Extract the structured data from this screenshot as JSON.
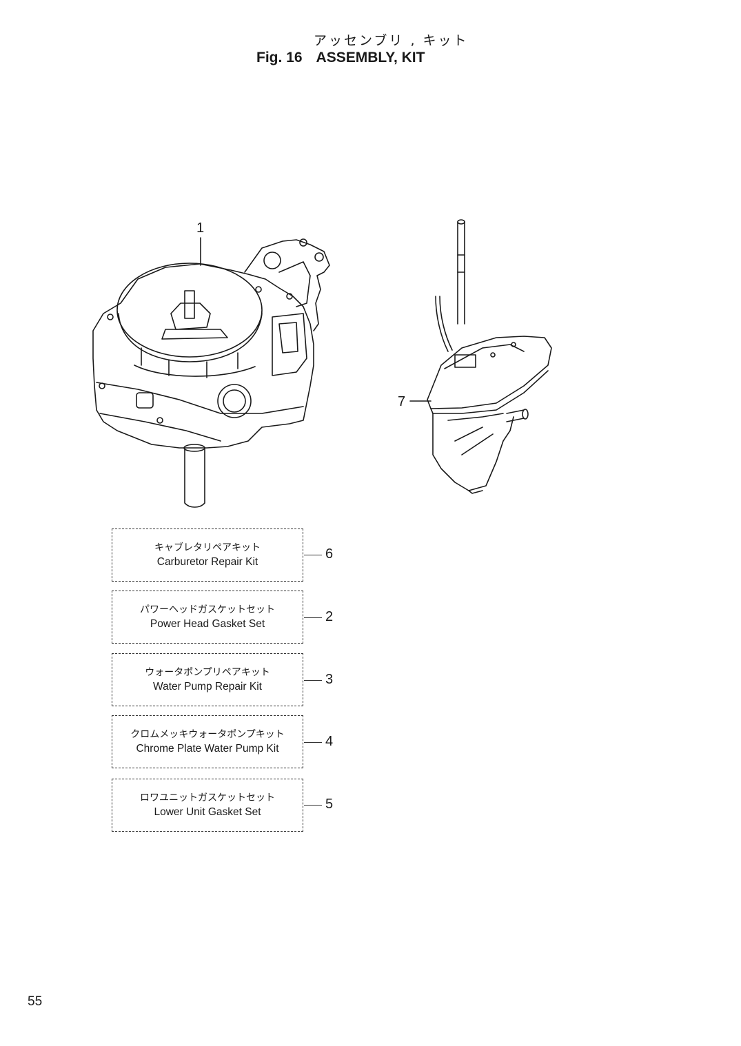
{
  "figure": {
    "title_jp": "アッセンブリ , キット",
    "fig_label": "Fig. 16",
    "title_en": "ASSEMBLY, KIT"
  },
  "callouts": {
    "power_head": "1",
    "lower_unit": "7"
  },
  "kits": [
    {
      "number": "6",
      "name_jp": "キャブレタリペアキット",
      "name_en": "Carburetor Repair Kit"
    },
    {
      "number": "2",
      "name_jp": "パワーヘッドガスケットセット",
      "name_en": "Power Head Gasket Set"
    },
    {
      "number": "3",
      "name_jp": "ウォータポンプリペアキット",
      "name_en": "Water Pump Repair Kit"
    },
    {
      "number": "4",
      "name_jp": "クロムメッキウォータポンプキット",
      "name_en": "Chrome Plate Water Pump Kit"
    },
    {
      "number": "5",
      "name_jp": "ロワユニットガスケットセット",
      "name_en": "Lower Unit Gasket Set"
    }
  ],
  "page_number": "55"
}
